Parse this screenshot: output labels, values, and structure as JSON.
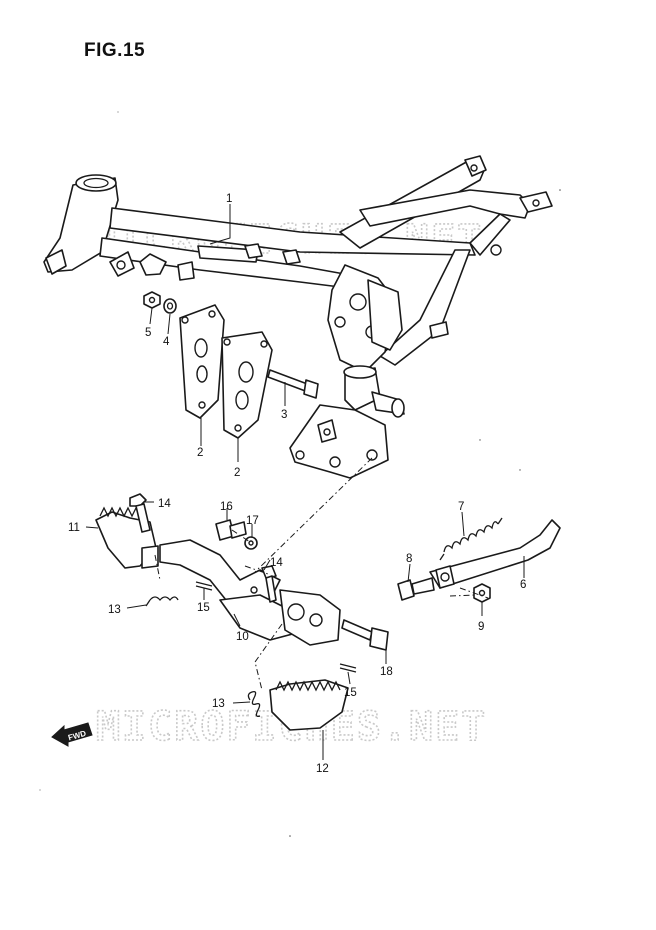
{
  "figure": {
    "title": "FIG.15"
  },
  "watermark": {
    "text": "MICROFICHES.NET"
  },
  "fwd_arrow": {
    "label": "FWD"
  },
  "callouts": {
    "frame": "1",
    "plate_a": "2",
    "plate_b": "2",
    "bolt_long": "3",
    "washer": "4",
    "nut_top": "5",
    "side_stand": "6",
    "stand_spring": "7",
    "stand_bolt": "8",
    "stand_nut": "9",
    "footrest_bracket": "10",
    "footrest_left": "11",
    "footrest_right": "12",
    "spring_left": "13",
    "spring_right": "13",
    "pin_left": "14",
    "pin_center": "14",
    "cotter_left": "15",
    "cotter_right": "15",
    "bracket_bolt": "16",
    "bracket_washer": "17",
    "pivot_bolt": "18"
  }
}
